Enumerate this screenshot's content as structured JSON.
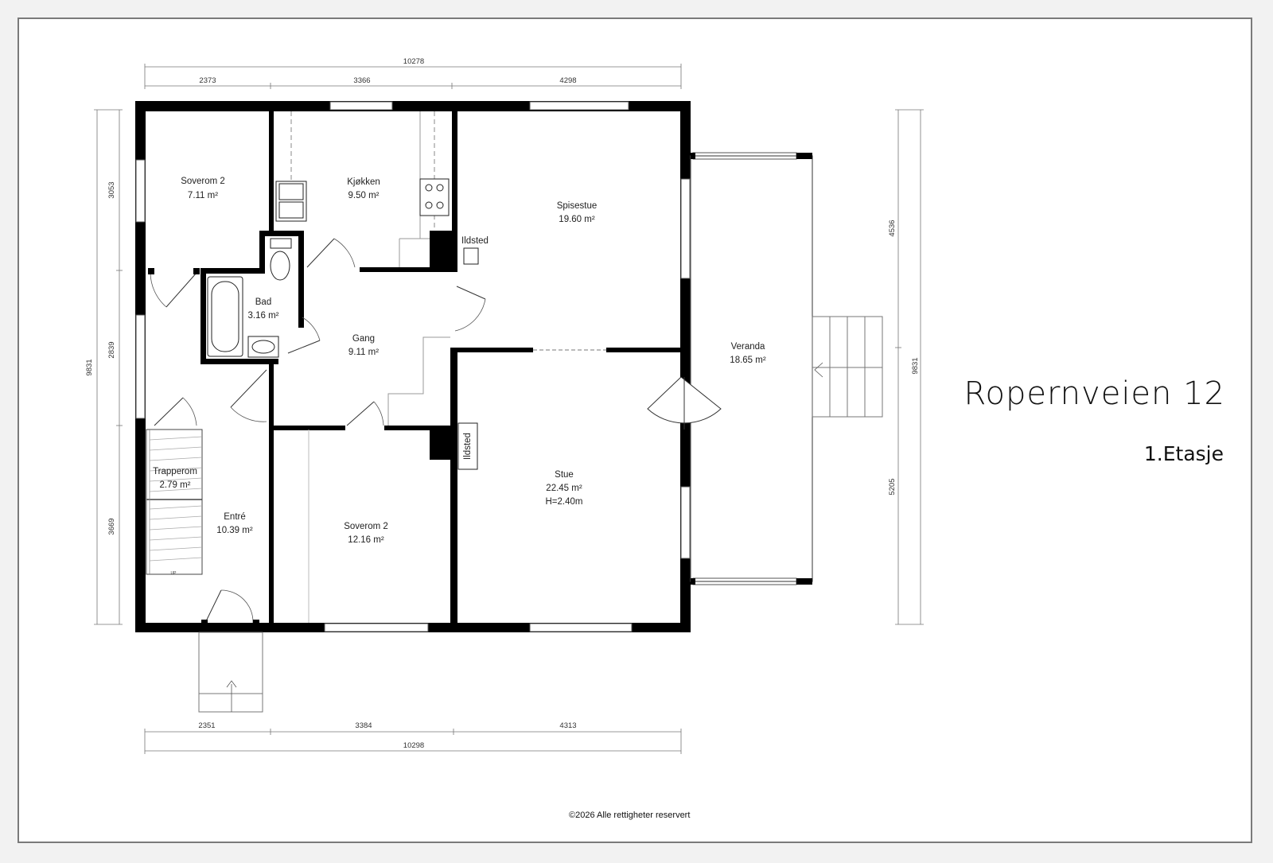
{
  "title": "Ropernveien 12",
  "floor": "1.Etasje",
  "copyright": "©2026 Alle rettigheter reservert",
  "rooms": {
    "soverom_top": {
      "name": "Soverom 2",
      "area": "7.11 m²"
    },
    "kjokken": {
      "name": "Kjøkken",
      "area": "9.50 m²"
    },
    "spisestue": {
      "name": "Spisestue",
      "area": "19.60 m²"
    },
    "bad": {
      "name": "Bad",
      "area": "3.16 m²"
    },
    "gang": {
      "name": "Gang",
      "area": "9.11 m²"
    },
    "trapperom": {
      "name": "Trapperom",
      "area": "2.79 m²"
    },
    "entre": {
      "name": "Entré",
      "area": "10.39 m²"
    },
    "soverom_bottom": {
      "name": "Soverom 2",
      "area": "12.16 m²"
    },
    "stue": {
      "name": "Stue",
      "area": "22.45 m²",
      "height": "H=2.40m"
    },
    "veranda": {
      "name": "Veranda",
      "area": "18.65 m²"
    }
  },
  "labels": {
    "ildsted_top": "Ildsted",
    "ildsted_bottom": "Ildsted",
    "stair_up": "UP"
  },
  "dimensions": {
    "top_total": "10278",
    "top_segments": [
      "2373",
      "3366",
      "4298"
    ],
    "bottom_total": "10298",
    "bottom_segments": [
      "2351",
      "3384",
      "4313"
    ],
    "left_total": "9831",
    "left_segments": [
      "3053",
      "2839",
      "3669"
    ],
    "right_total": "9831",
    "right_segments": [
      "4536",
      "5205"
    ]
  }
}
